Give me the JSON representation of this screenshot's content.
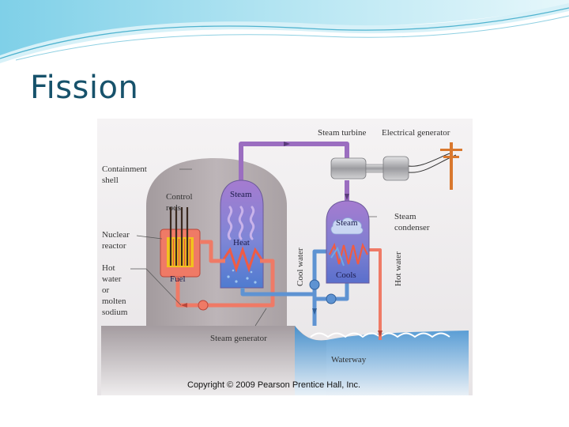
{
  "slide": {
    "title": "Fission"
  },
  "diagram": {
    "labels": {
      "steam_turbine": "Steam turbine",
      "electrical_generator": "Electrical generator",
      "containment_shell": [
        "Containment",
        "shell"
      ],
      "control_rods": [
        "Control",
        "rods"
      ],
      "steam_left": "Steam",
      "heat": "Heat",
      "nuclear_reactor": [
        "Nuclear",
        "reactor"
      ],
      "hot_water_or_molten_sodium": [
        "Hot",
        "water",
        "or",
        "molten",
        "sodium"
      ],
      "fuel": "Fuel",
      "cool_water": "Cool water",
      "steam_right": "Steam",
      "cools": "Cools",
      "steam_condenser": [
        "Steam",
        "condenser"
      ],
      "hot_water": "Hot water",
      "steam_generator": "Steam generator",
      "waterway": "Waterway"
    },
    "copyright": "Copyright © 2009 Pearson Prentice Hall, Inc.",
    "colors": {
      "steam_pipe": "#9b6ec0",
      "hot_pipe": "#ef7a66",
      "cool_pipe": "#5e93d2",
      "water": "#5a9fd6",
      "containment": "#b4acae",
      "ground": "#a69ea1"
    }
  }
}
